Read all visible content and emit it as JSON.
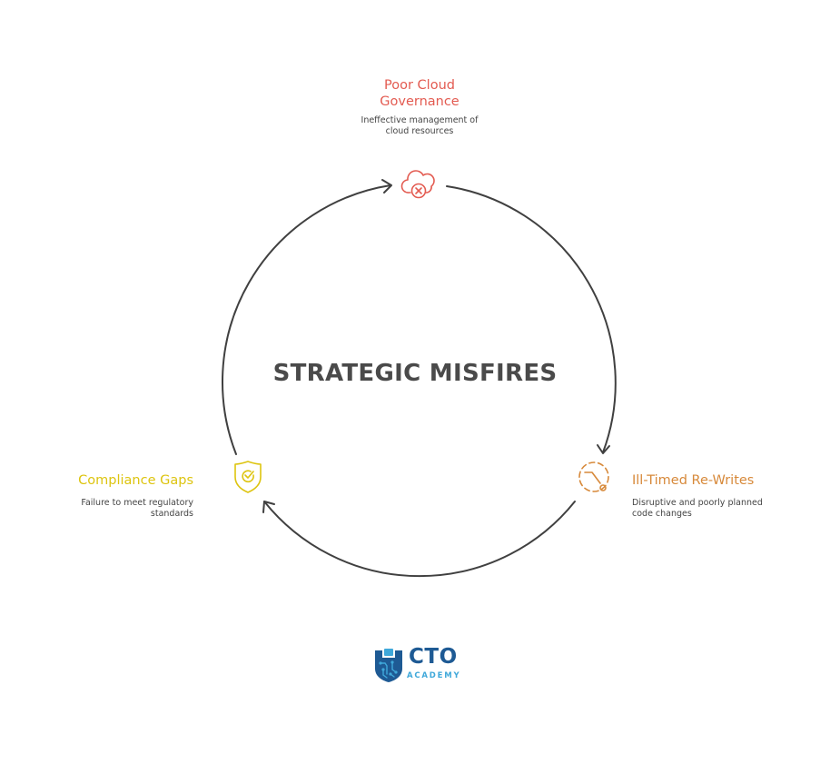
{
  "diagram": {
    "center_title": "STRATEGIC MISFIRES",
    "nodes": [
      {
        "title_line1": "Poor Cloud",
        "title_line2": "Governance",
        "desc_line1": "Ineffective management of",
        "desc_line2": "cloud resources",
        "color": "#e35b51",
        "icon": "cloud-x-icon"
      },
      {
        "title_line1": "Ill-Timed Re-Writes",
        "desc_line1": "Disruptive and poorly planned",
        "desc_line2": "code changes",
        "color": "#d7893a",
        "icon": "dashed-timer-icon"
      },
      {
        "title_line1": "Compliance Gaps",
        "desc_line1": "Failure to meet regulatory",
        "desc_line2": "standards",
        "color": "#ddc40f",
        "icon": "shield-check-icon"
      }
    ],
    "cycle_color": "#404040"
  },
  "logo": {
    "name": "CTO",
    "subtitle": "ACADEMY",
    "colors": {
      "primary": "#1e5a94",
      "accent": "#3fa8da"
    }
  }
}
